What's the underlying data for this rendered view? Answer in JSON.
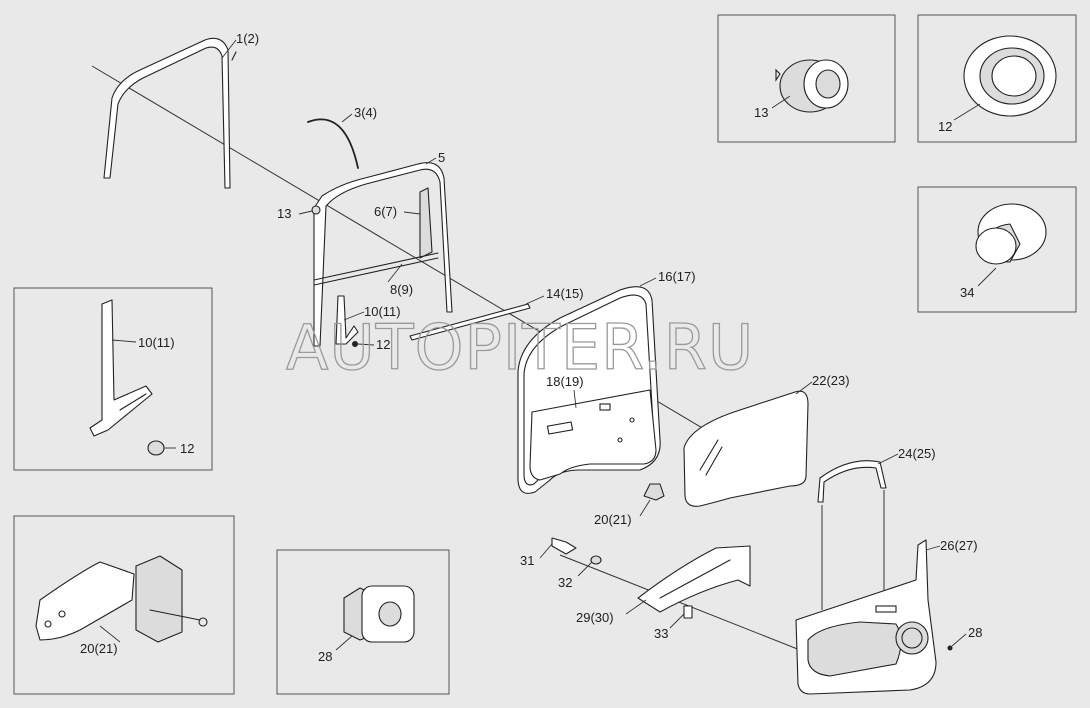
{
  "watermark": "AUTOPITER.RU",
  "labels": {
    "l1_2": "1(2)",
    "l3_4": "3(4)",
    "l5": "5",
    "l6_7": "6(7)",
    "l13_main": "13",
    "l8_9": "8(9)",
    "l10_11_main": "10(11)",
    "l12_main": "12",
    "l14_15": "14(15)",
    "l16_17": "16(17)",
    "l18_19": "18(19)",
    "l22_23": "22(23)",
    "l20_21_main": "20(21)",
    "l24_25": "24(25)",
    "l26_27": "26(27)",
    "l28_main": "28",
    "l31": "31",
    "l32": "32",
    "l29_30": "29(30)",
    "l33": "33",
    "inset_13": "13",
    "inset_12": "12",
    "inset_34": "34",
    "inset_10_11": "10(11)",
    "inset_12b": "12",
    "inset_20_21": "20(21)",
    "inset_28": "28"
  }
}
